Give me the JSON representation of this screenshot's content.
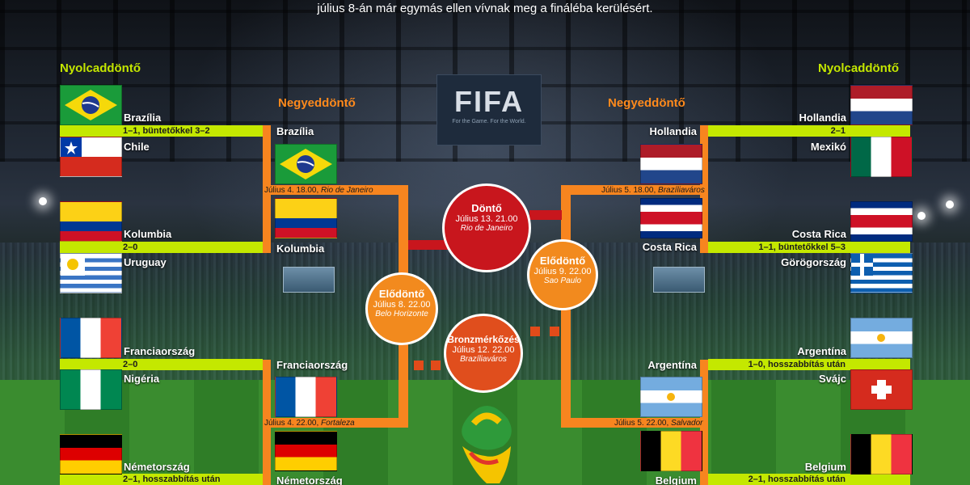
{
  "caption": "július 8-án már egymás ellen vívnak meg a fináléba kerülésért.",
  "fifa_board": {
    "logo": "FIFA",
    "sub": "For the Game. For the World."
  },
  "titles": {
    "r16_left": "Nyolcaddöntő",
    "r16_right": "Nyolcaddöntő",
    "qf_left": "Negyeddöntő",
    "qf_right": "Negyeddöntő"
  },
  "left_r16": [
    {
      "top": "Brazília",
      "bottom": "Chile",
      "result": "1–1, büntetőkkel 3–2"
    },
    {
      "top": "Kolumbia",
      "bottom": "Uruguay",
      "result": "2–0"
    },
    {
      "top": "Franciaország",
      "bottom": "Nigéria",
      "result": "2–0"
    },
    {
      "top": "Németország",
      "bottom": "",
      "result": "2–1, hosszabbítás után"
    }
  ],
  "right_r16": [
    {
      "top": "Hollandia",
      "bottom": "Mexikó",
      "result": "2–1"
    },
    {
      "top": "Costa Rica",
      "bottom": "Görögország",
      "result": "1–1, büntetőkkel 5–3"
    },
    {
      "top": "Argentína",
      "bottom": "Svájc",
      "result": "1–0, hosszabbítás után"
    },
    {
      "top": "Belgium",
      "bottom": "",
      "result": "2–1, hosszabbítás után"
    }
  ],
  "left_qf": {
    "team1": "Brazília",
    "team2": "Kolumbia",
    "team3": "Franciaország",
    "team4": "Németország",
    "match1_date": "Július 4. 18.00,",
    "match1_venue": "Rio de Janeiro",
    "match2_date": "Július 4. 22.00,",
    "match2_venue": "Fortaleza"
  },
  "right_qf": {
    "team1": "Hollandia",
    "team2": "Costa Rica",
    "team3": "Argentína",
    "team4": "Belgium",
    "match1_date": "Július 5. 18.00,",
    "match1_venue": "Brazíliaváros",
    "match2_date": "Július 5. 22.00,",
    "match2_venue": "Salvador"
  },
  "final": {
    "title": "Döntő",
    "date": "Július 13. 21.00",
    "venue": "Rio de Janeiro"
  },
  "semi_left": {
    "title": "Elődöntő",
    "date": "Július 8. 22.00",
    "venue": "Belo Horizonte"
  },
  "semi_right": {
    "title": "Elődöntő",
    "date": "Július 9. 22.00",
    "venue": "Sao Paulo"
  },
  "bronze": {
    "title": "Bronzmérkőzés",
    "date": "Július 12. 22.00",
    "venue": "Brazíliaváros"
  },
  "colors": {
    "lime": "#c4e800",
    "orange": "#f7851f",
    "final_red": "#c8161d",
    "semi_orange": "#f28a1e"
  }
}
